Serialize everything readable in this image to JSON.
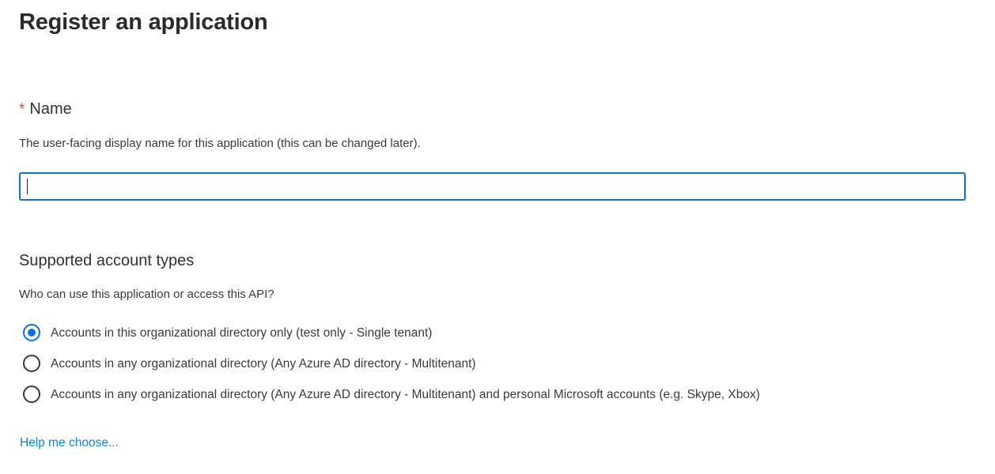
{
  "page": {
    "title": "Register an application"
  },
  "name_field": {
    "required_marker": "*",
    "label": "Name",
    "description": "The user-facing display name for this application (this can be changed later).",
    "value": "",
    "placeholder": "",
    "focused": true
  },
  "account_types": {
    "heading": "Supported account types",
    "question": "Who can use this application or access this API?",
    "options": [
      {
        "label": "Accounts in this organizational directory only (test only - Single tenant)",
        "selected": true
      },
      {
        "label": "Accounts in any organizational directory (Any Azure AD directory - Multitenant)",
        "selected": false
      },
      {
        "label": "Accounts in any organizational directory (Any Azure AD directory - Multitenant) and personal Microsoft accounts (e.g. Skype, Xbox)",
        "selected": false
      }
    ],
    "help_link_label": "Help me choose..."
  },
  "colors": {
    "accent_blue": "#0f6fd6",
    "link_blue": "#1181d8",
    "required_red": "#e04740",
    "text_primary": "#323130",
    "background": "#ffffff"
  }
}
